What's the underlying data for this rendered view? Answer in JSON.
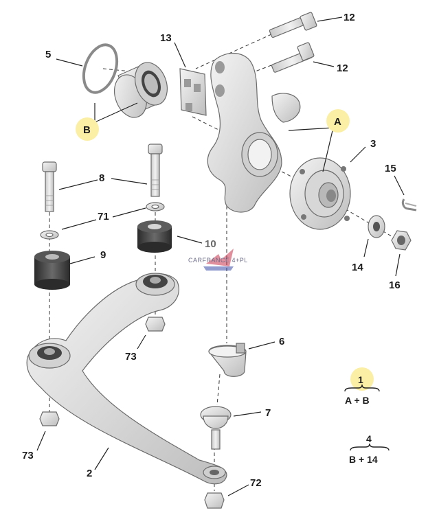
{
  "callouts": {
    "c12a": "12",
    "c12b": "12",
    "c13": "13",
    "c5": "5",
    "cB": "B",
    "cA": "A",
    "c3": "3",
    "c15": "15",
    "c8": "8",
    "c71": "71",
    "c10": "10",
    "c9": "9",
    "c14": "14",
    "c16": "16",
    "c6": "6",
    "c73a": "73",
    "c73b": "73",
    "c7": "7",
    "c2": "2",
    "c72": "72"
  },
  "watermark": "CARFRANCE 4+PL",
  "legend": {
    "item1_number": "1",
    "item1_formula": "A + B",
    "item4_number": "4",
    "item4_formula": "B + 14"
  },
  "colors": {
    "highlight": "#fbefa6",
    "part_fill": "#e6e6e6",
    "bushing_dark": "#3a3a3a",
    "text": "#1c1c1c"
  }
}
